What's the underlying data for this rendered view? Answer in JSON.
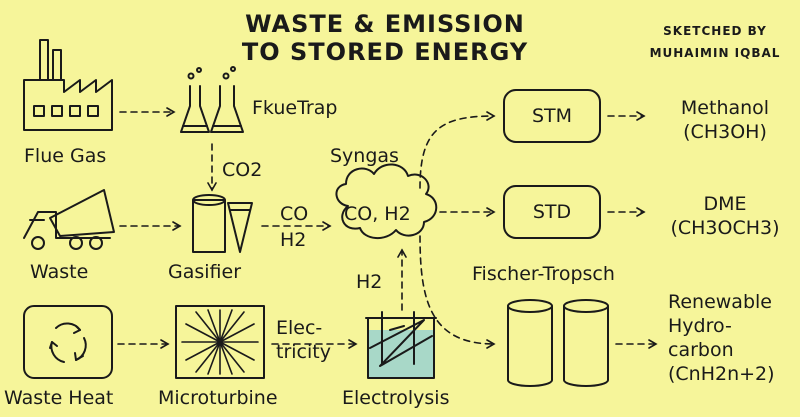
{
  "title_line1": "WASTE & EMISSION",
  "title_line2": "TO STORED ENERGY",
  "credit_line1": "SKETCHED BY",
  "credit_line2": "MUHAIMIN IQBAL",
  "nodes": {
    "flue_gas": "Flue Gas",
    "fkuetrap": "FkueTrap",
    "waste": "Waste",
    "gasifier": "Gasifier",
    "waste_heat": "Waste Heat",
    "microturbine": "Microturbine",
    "electrolysis": "Electrolysis",
    "syngas": "Syngas",
    "syngas_content": "CO, H2",
    "stm": "STM",
    "std": "STD",
    "fischer_tropsch": "Fischer-Tropsch"
  },
  "edges": {
    "co2": "CO2",
    "co": "CO",
    "h2_gas": "H2",
    "elec_line1": "Elec-",
    "elec_line2": "tricity",
    "h2_up": "H2"
  },
  "products": {
    "methanol_name": "Methanol",
    "methanol_formula": "(CH3OH)",
    "dme_name": "DME",
    "dme_formula": "(CH3OCH3)",
    "rh_line1": "Renewable",
    "rh_line2": "Hydro-",
    "rh_line3": "carbon",
    "rh_formula": "(CnH2n+2)"
  },
  "colors": {
    "background": "#f6f59a",
    "ink": "#1a1a1a",
    "electrolyte": "#a8d8c8"
  }
}
